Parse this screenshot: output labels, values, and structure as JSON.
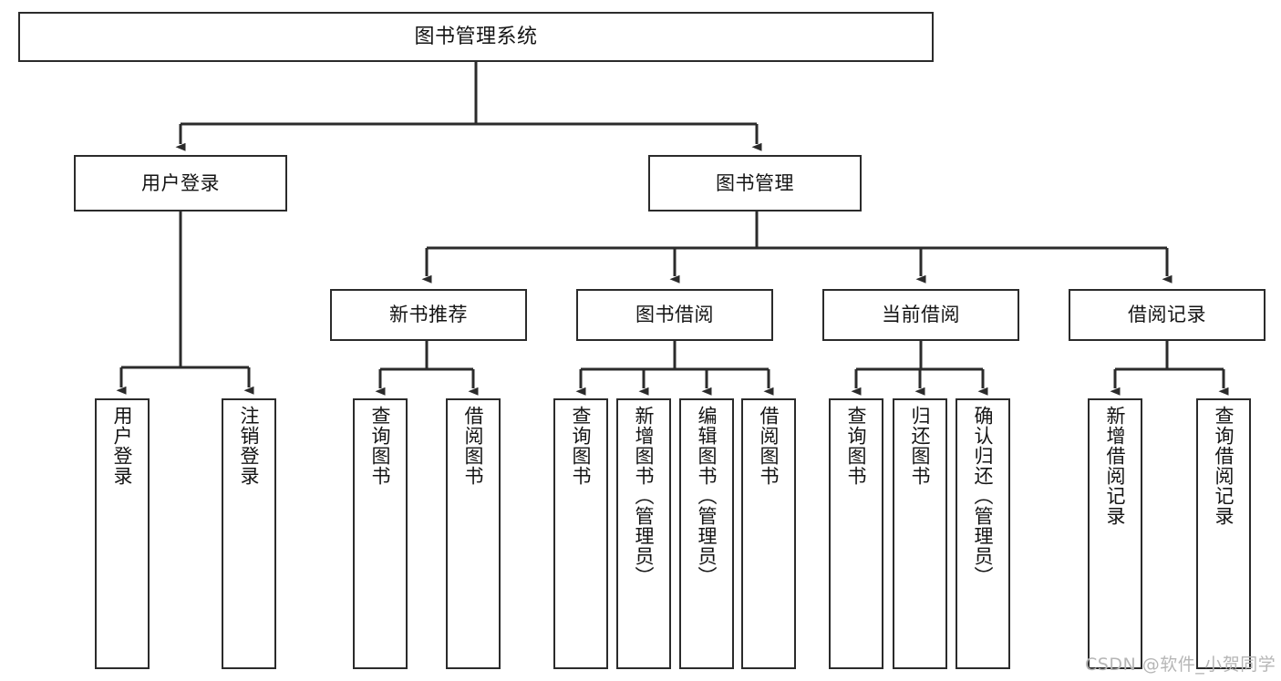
{
  "diagram": {
    "title": "图书管理系统",
    "type": "tree-hierarchy-diagram",
    "watermark": "CSDN @软件_小贺同学",
    "colors": {
      "box_border": "#2b2b2b",
      "box_fill": "#ffffff",
      "connector": "#2b2b2b",
      "text": "#141414",
      "watermark": "#b6b6b6",
      "background": "#ffffff"
    },
    "nodes": {
      "root": {
        "label": "图书管理系统"
      },
      "level2": [
        {
          "id": "user-login",
          "label": "用户登录"
        },
        {
          "id": "book-manage",
          "label": "图书管理"
        }
      ],
      "level3": [
        {
          "id": "new-book-recommend",
          "label": "新书推荐"
        },
        {
          "id": "book-borrow",
          "label": "图书借阅"
        },
        {
          "id": "current-borrow",
          "label": "当前借阅"
        },
        {
          "id": "borrow-record",
          "label": "借阅记录"
        }
      ],
      "leaves": {
        "user-login": [
          {
            "id": "leaf-user-login",
            "label": "用户登录"
          },
          {
            "id": "leaf-logout-login",
            "label": "注销登录"
          }
        ],
        "new-book-recommend": [
          {
            "id": "leaf-query-book-1",
            "label": "查询图书"
          },
          {
            "id": "leaf-borrow-book-1",
            "label": "借阅图书"
          }
        ],
        "book-borrow": [
          {
            "id": "leaf-query-book-2",
            "label": "查询图书"
          },
          {
            "id": "leaf-add-book",
            "label": "新增图书（管理员）"
          },
          {
            "id": "leaf-edit-book",
            "label": "编辑图书（管理员）"
          },
          {
            "id": "leaf-borrow-book-2",
            "label": "借阅图书"
          }
        ],
        "current-borrow": [
          {
            "id": "leaf-query-book-3",
            "label": "查询图书"
          },
          {
            "id": "leaf-return-book",
            "label": "归还图书"
          },
          {
            "id": "leaf-confirm-return",
            "label": "确认归还（管理员）"
          }
        ],
        "borrow-record": [
          {
            "id": "leaf-add-record",
            "label": "新增借阅记录"
          },
          {
            "id": "leaf-query-record",
            "label": "查询借阅记录"
          }
        ]
      }
    }
  }
}
